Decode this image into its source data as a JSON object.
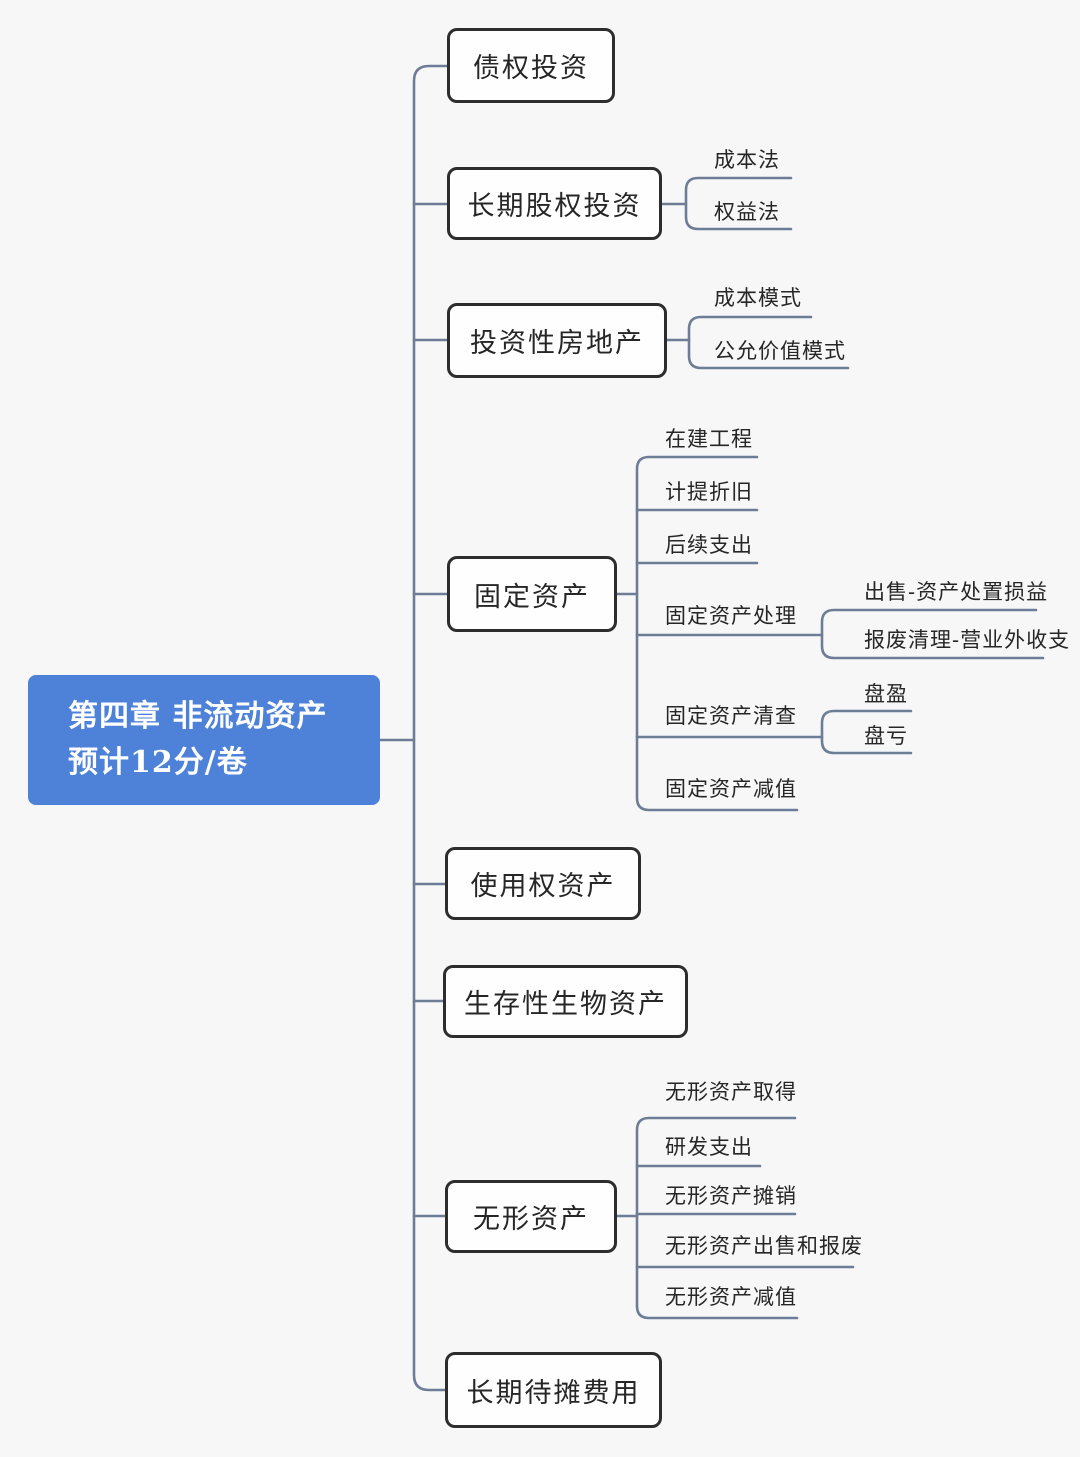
{
  "root": {
    "line1": "第四章 非流动资产",
    "line2": "预计12分/卷"
  },
  "branches": [
    {
      "label": "债权投资",
      "children": []
    },
    {
      "label": "长期股权投资",
      "children": [
        {
          "label": "成本法"
        },
        {
          "label": "权益法"
        }
      ]
    },
    {
      "label": "投资性房地产",
      "children": [
        {
          "label": "成本模式"
        },
        {
          "label": "公允价值模式"
        }
      ]
    },
    {
      "label": "固定资产",
      "children": [
        {
          "label": "在建工程"
        },
        {
          "label": "计提折旧"
        },
        {
          "label": "后续支出"
        },
        {
          "label": "固定资产处理",
          "children": [
            {
              "label": "出售-资产处置损益"
            },
            {
              "label": "报废清理-营业外收支"
            }
          ]
        },
        {
          "label": "固定资产清查",
          "children": [
            {
              "label": "盘盈"
            },
            {
              "label": "盘亏"
            }
          ]
        },
        {
          "label": "固定资产减值"
        }
      ]
    },
    {
      "label": "使用权资产",
      "children": []
    },
    {
      "label": "生存性生物资产",
      "children": []
    },
    {
      "label": "无形资产",
      "children": [
        {
          "label": "无形资产取得"
        },
        {
          "label": "研发支出"
        },
        {
          "label": "无形资产摊销"
        },
        {
          "label": "无形资产出售和报废"
        },
        {
          "label": "无形资产减值"
        }
      ]
    },
    {
      "label": "长期待摊费用",
      "children": []
    }
  ],
  "colors": {
    "root_bg": "#4E82D8",
    "root_text": "#FFFFFF",
    "connector": "#6E7D96",
    "node_border": "#2D2D2D",
    "node_bg": "#FEFEFE",
    "text": "#262626",
    "canvas_bg": "#F7F7F8"
  }
}
